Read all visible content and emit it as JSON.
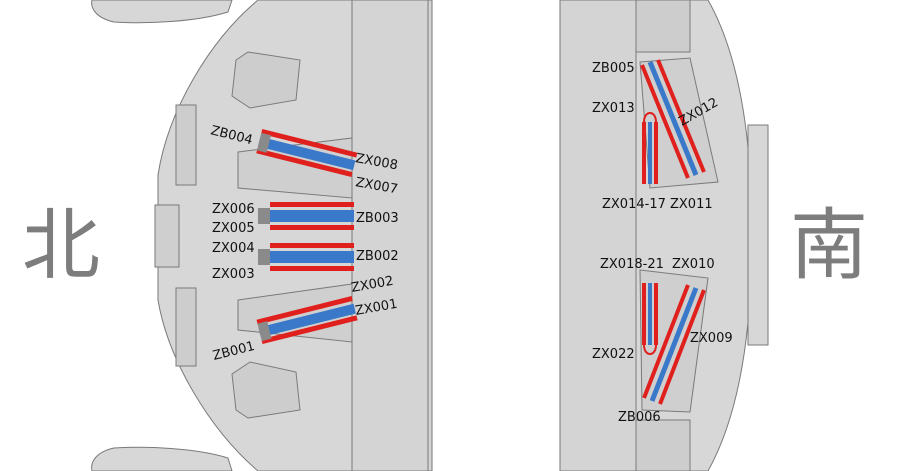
{
  "orientation": {
    "north": "北",
    "south": "南"
  },
  "labels": {
    "zb004": "ZB004",
    "zx008": "ZX008",
    "zx007": "ZX007",
    "zx006": "ZX006",
    "zb003": "ZB003",
    "zx005": "ZX005",
    "zx004": "ZX004",
    "zb002": "ZB002",
    "zx003": "ZX003",
    "zx002": "ZX002",
    "zx001": "ZX001",
    "zb001": "ZB001",
    "zb005": "ZB005",
    "zx013": "ZX013",
    "zx012": "ZX012",
    "zx014_17": "ZX014-17",
    "zx011": "ZX011",
    "zx018_21": "ZX018-21",
    "zx010": "ZX010",
    "zx009": "ZX009",
    "zx022": "ZX022",
    "zb006": "ZB006"
  },
  "colors": {
    "structure": "#d7d7d7",
    "structure_dark": "#c9c9c9",
    "outline": "#7a7a7a",
    "red_member": "#e0201c",
    "blue_member": "#3a78c9",
    "compass_text": "#7d7d7d"
  }
}
